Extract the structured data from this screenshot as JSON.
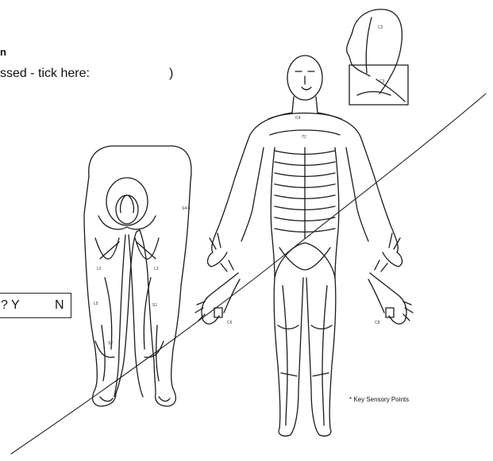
{
  "form": {
    "header_fragment_1": "n",
    "header_fragment_2": "ssed - tick here:",
    "paren": ")",
    "question_fragment": "? Y",
    "answer_no": "N"
  },
  "diagram": {
    "legend": "* Key Sensory Points",
    "labels": {
      "s45": "S4-5",
      "l2": "L2",
      "l3": "L3",
      "l5": "L5",
      "s1": "S1",
      "s2": "S2",
      "c2": "C2",
      "c3": "C3",
      "c4": "C4",
      "t2": "T2",
      "c6": "C6",
      "c8": "C8"
    }
  }
}
